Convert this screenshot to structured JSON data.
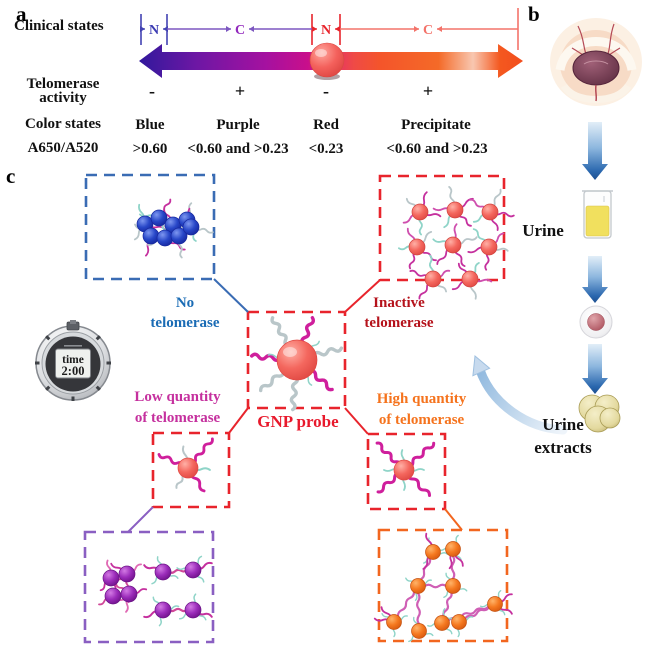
{
  "panel_a": {
    "letter": "a",
    "clinical_states_label": "Clinical states",
    "scale_letters": [
      "N",
      "C",
      "N",
      "C"
    ],
    "telomerase_activity_line1": "Telomerase",
    "telomerase_activity_line2": "activity",
    "activity_values": [
      "-",
      "+",
      "-",
      "+"
    ],
    "color_states_label": "Color states",
    "color_values": [
      "Blue",
      "Purple",
      "Red",
      "Precipitate"
    ],
    "ratio_label": "A650/A520",
    "ratio_values": [
      ">0.60",
      "<0.60 and >0.23",
      "<0.23",
      "<0.60 and >0.23"
    ]
  },
  "panel_b": {
    "letter": "b",
    "urine_label": "Urine",
    "urine_extracts_line1": "Urine",
    "urine_extracts_line2": "extracts"
  },
  "panel_c": {
    "letter": "c",
    "timer": {
      "label": "time",
      "value": "2:00"
    },
    "no_telomerase_line1": "No",
    "no_telomerase_line2": "telomerase",
    "inactive_line1": "Inactive",
    "inactive_line2": "telomerase",
    "low_line1": "Low quantity",
    "low_line2": "of telomerase",
    "high_line1": "High quantity",
    "high_line2": "of telomerase",
    "gnp_probe_label": "GNP probe"
  },
  "colors": {
    "no_telomerase_blue": "#1b6cb5",
    "inactive_dark_red": "#b5121b",
    "low_magenta": "#c5309e",
    "high_orange": "#f5731d",
    "gnp_red": "#e8192c",
    "scale_blue": "#3b3bb2",
    "scale_purple": "#9229bd",
    "scale_red": "#e8242c",
    "scale_light_red": "#f3736a",
    "box_blue": "#3a6cb4",
    "box_red": "#e8242c",
    "box_purple": "#8a5fc2",
    "box_orange": "#f2661f"
  }
}
